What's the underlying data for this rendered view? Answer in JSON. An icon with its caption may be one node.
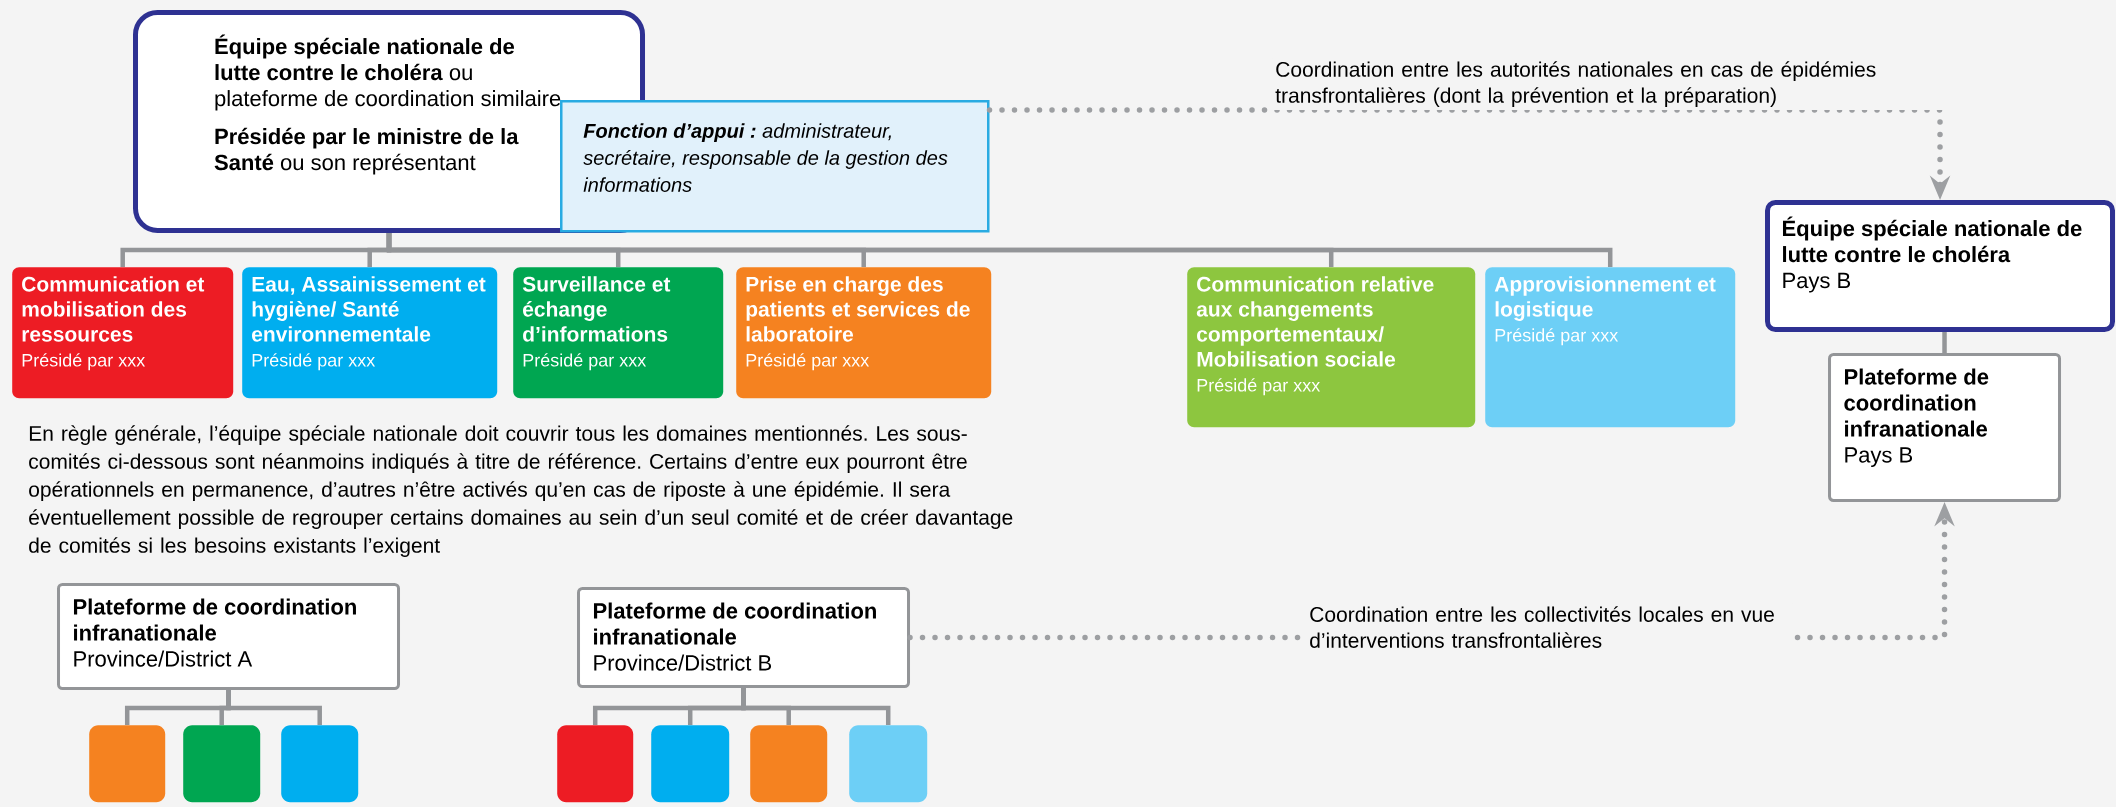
{
  "diagram": {
    "nodes": [
      {
        "text": [
          "**Équipe spéciale nationale de lutte contre le choléra** ou plateforme de coordination similaire",
          "**Présidée par le ministre de la Santé** ou son représentant"
        ]
      },
      {
        "text": [
          "**Fonction d’appui :** administrateur, secrétaire, responsable de la gestion des informations"
        ]
      },
      {
        "text": [
          "Communication et mobilisation des ressources",
          "Présidé par xxx"
        ]
      },
      {
        "text": [
          "Eau, Assainissement et hygiène/ Santé environnementale",
          "Présidé par xxx"
        ]
      },
      {
        "text": [
          "Surveillance et échange d’informations",
          "Présidé par xxx"
        ]
      },
      {
        "text": [
          "Prise en charge des patients et services de laboratoire",
          "Présidé par xxx"
        ]
      },
      {
        "text": [
          "Communication relative aux changements comportementaux/ Mobilisation sociale",
          "Présidé par xxx"
        ]
      },
      {
        "text": [
          "Approvisionnement et logistique",
          "Présidé par xxx"
        ]
      },
      {
        "text": [
          "Équipe spéciale nationale de lutte contre le choléra",
          "Pays B"
        ]
      },
      {
        "text": [
          "Plateforme de coordination infranationale",
          "Pays B"
        ]
      },
      {
        "text": [
          "Plateforme de coordination infranationale",
          "Province/District A"
        ]
      },
      {
        "text": [],
        "shape": "box"
      },
      {
        "text": [],
        "shape": "box"
      },
      {
        "text": [],
        "shape": "box"
      },
      {
        "text": [
          "Plateforme de coordination infranationale",
          "Province/District B"
        ]
      },
      {
        "text": [],
        "shape": "box"
      },
      {
        "text": [],
        "shape": "box"
      },
      {
        "text": [],
        "shape": "box"
      },
      {
        "text": [],
        "shape": "box"
      }
    ],
    "edges": [
      {
        "from": 0,
        "to": 2,
        "arrow": "none"
      },
      {
        "from": 0,
        "to": 3,
        "arrow": "none"
      },
      {
        "from": 0,
        "to": 4,
        "arrow": "none"
      },
      {
        "from": 0,
        "to": 5,
        "arrow": "none"
      },
      {
        "from": 0,
        "to": 6,
        "arrow": "none"
      },
      {
        "from": 0,
        "to": 7,
        "arrow": "none"
      },
      {
        "from": 8,
        "to": 9,
        "arrow": "none"
      },
      {
        "from": 10,
        "to": 11,
        "arrow": "none"
      },
      {
        "from": 10,
        "to": 12,
        "arrow": "none"
      },
      {
        "from": 10,
        "to": 13,
        "arrow": "none"
      },
      {
        "from": 14,
        "to": 15,
        "arrow": "none"
      },
      {
        "from": 14,
        "to": 16,
        "arrow": "none"
      },
      {
        "from": 14,
        "to": 17,
        "arrow": "none"
      },
      {
        "from": 14,
        "to": 18,
        "arrow": "none"
      },
      {
        "from": 1,
        "to": 8,
        "arrow": "to",
        "style": "dashed",
        "label": "Coordination entre les autorités nationales en cas de épidémies transfrontalières (dont la prévention et la préparation)"
      },
      {
        "from": 14,
        "to": 9,
        "arrow": "to",
        "style": "dashed",
        "label": "Coordination entre les collectivités locales en vue d’interventions transfrontalières"
      }
    ],
    "labels": [
      "En règle générale, l’équipe spéciale nationale doit couvrir tous les domaines mentionnés. Les sous-comités ci-dessous sont néanmoins indiqués à titre de référence. Certains d’entre eux pourront être opérationnels en permanence, d’autres n’être activés qu’en cas de riposte à une épidémie. Il sera éventuellement possible de regrouper certains domaines au sein d’un seul comité et de créer davantage de comités si les besoins existants l’exigent"
    ]
  }
}
